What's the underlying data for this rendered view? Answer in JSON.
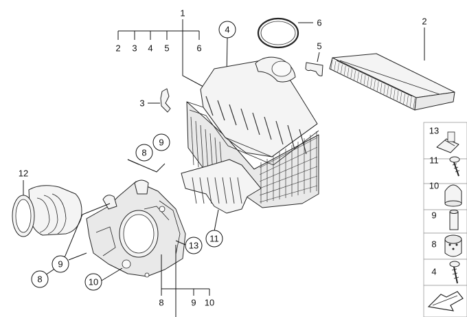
{
  "callouts": {
    "c1": "1",
    "c2": "2",
    "c3": "3",
    "c4": "4",
    "c5": "5",
    "c6": "6",
    "c8a": "8",
    "c9a": "9",
    "c8b": "8",
    "c9b": "9",
    "c10a": "10",
    "c11": "11",
    "c12": "12",
    "c13": "13",
    "b8": "8",
    "b9": "9",
    "b10": "10"
  },
  "group1": [
    "2",
    "3",
    "4",
    "5",
    "6"
  ],
  "legend": [
    {
      "num": "13",
      "icon": "clip-nut-icon"
    },
    {
      "num": "11",
      "icon": "screw-icon"
    },
    {
      "num": "10",
      "icon": "rubber-cap-icon"
    },
    {
      "num": "9",
      "icon": "sleeve-icon"
    },
    {
      "num": "8",
      "icon": "grommet-icon"
    },
    {
      "num": "4",
      "icon": "self-tapping-screw-icon"
    }
  ]
}
